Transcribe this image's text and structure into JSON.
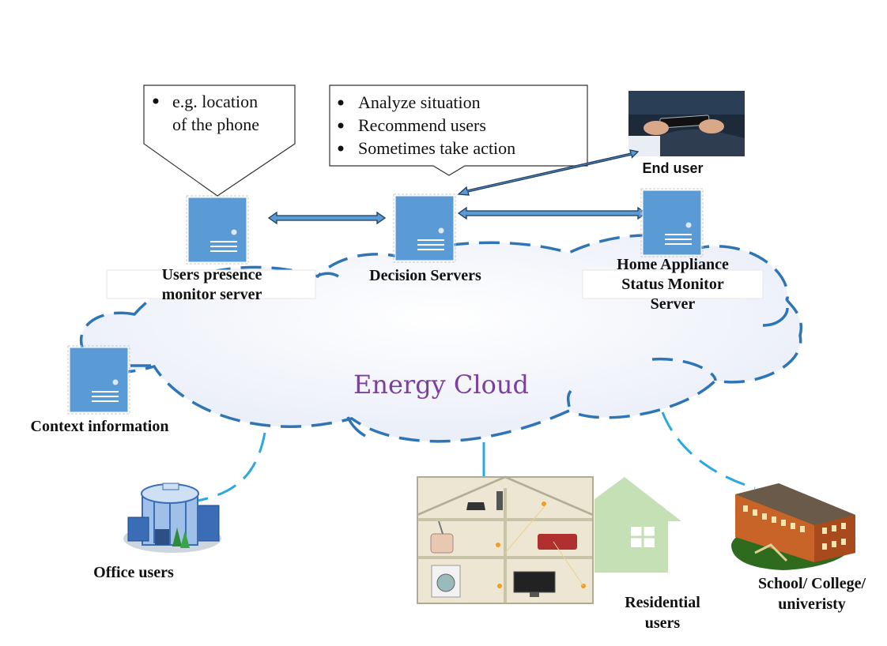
{
  "callouts": {
    "presence": {
      "bullets": [
        "e.g. location",
        "of the phone"
      ]
    },
    "decision": {
      "bullets": [
        "Analyze situation",
        "Recommend users",
        "Sometimes take action"
      ]
    }
  },
  "servers": {
    "presence": {
      "label_lines": [
        "Users presence",
        "monitor server"
      ]
    },
    "decision": {
      "label": "Decision Servers"
    },
    "appliance": {
      "label_lines": [
        "Home Appliance",
        "Status Monitor",
        "Server"
      ]
    },
    "context": {
      "label": "Context information"
    }
  },
  "end_user": {
    "label": "End user"
  },
  "cloud": {
    "title": "Energy Cloud"
  },
  "consumers": {
    "office": {
      "label": "Office users"
    },
    "residential": {
      "label_lines": [
        "Residential",
        "users"
      ]
    },
    "school": {
      "label_lines": [
        "School/ College/",
        "univeristy"
      ]
    }
  },
  "colors": {
    "server_fill": "#5b9bd5",
    "cloud_stroke": "#2e75b6",
    "link_line": "#2aa8e0",
    "arrow_fill": "#5b9bd5",
    "title": "#7b3f9e",
    "house_green": "#c5e0b4"
  }
}
